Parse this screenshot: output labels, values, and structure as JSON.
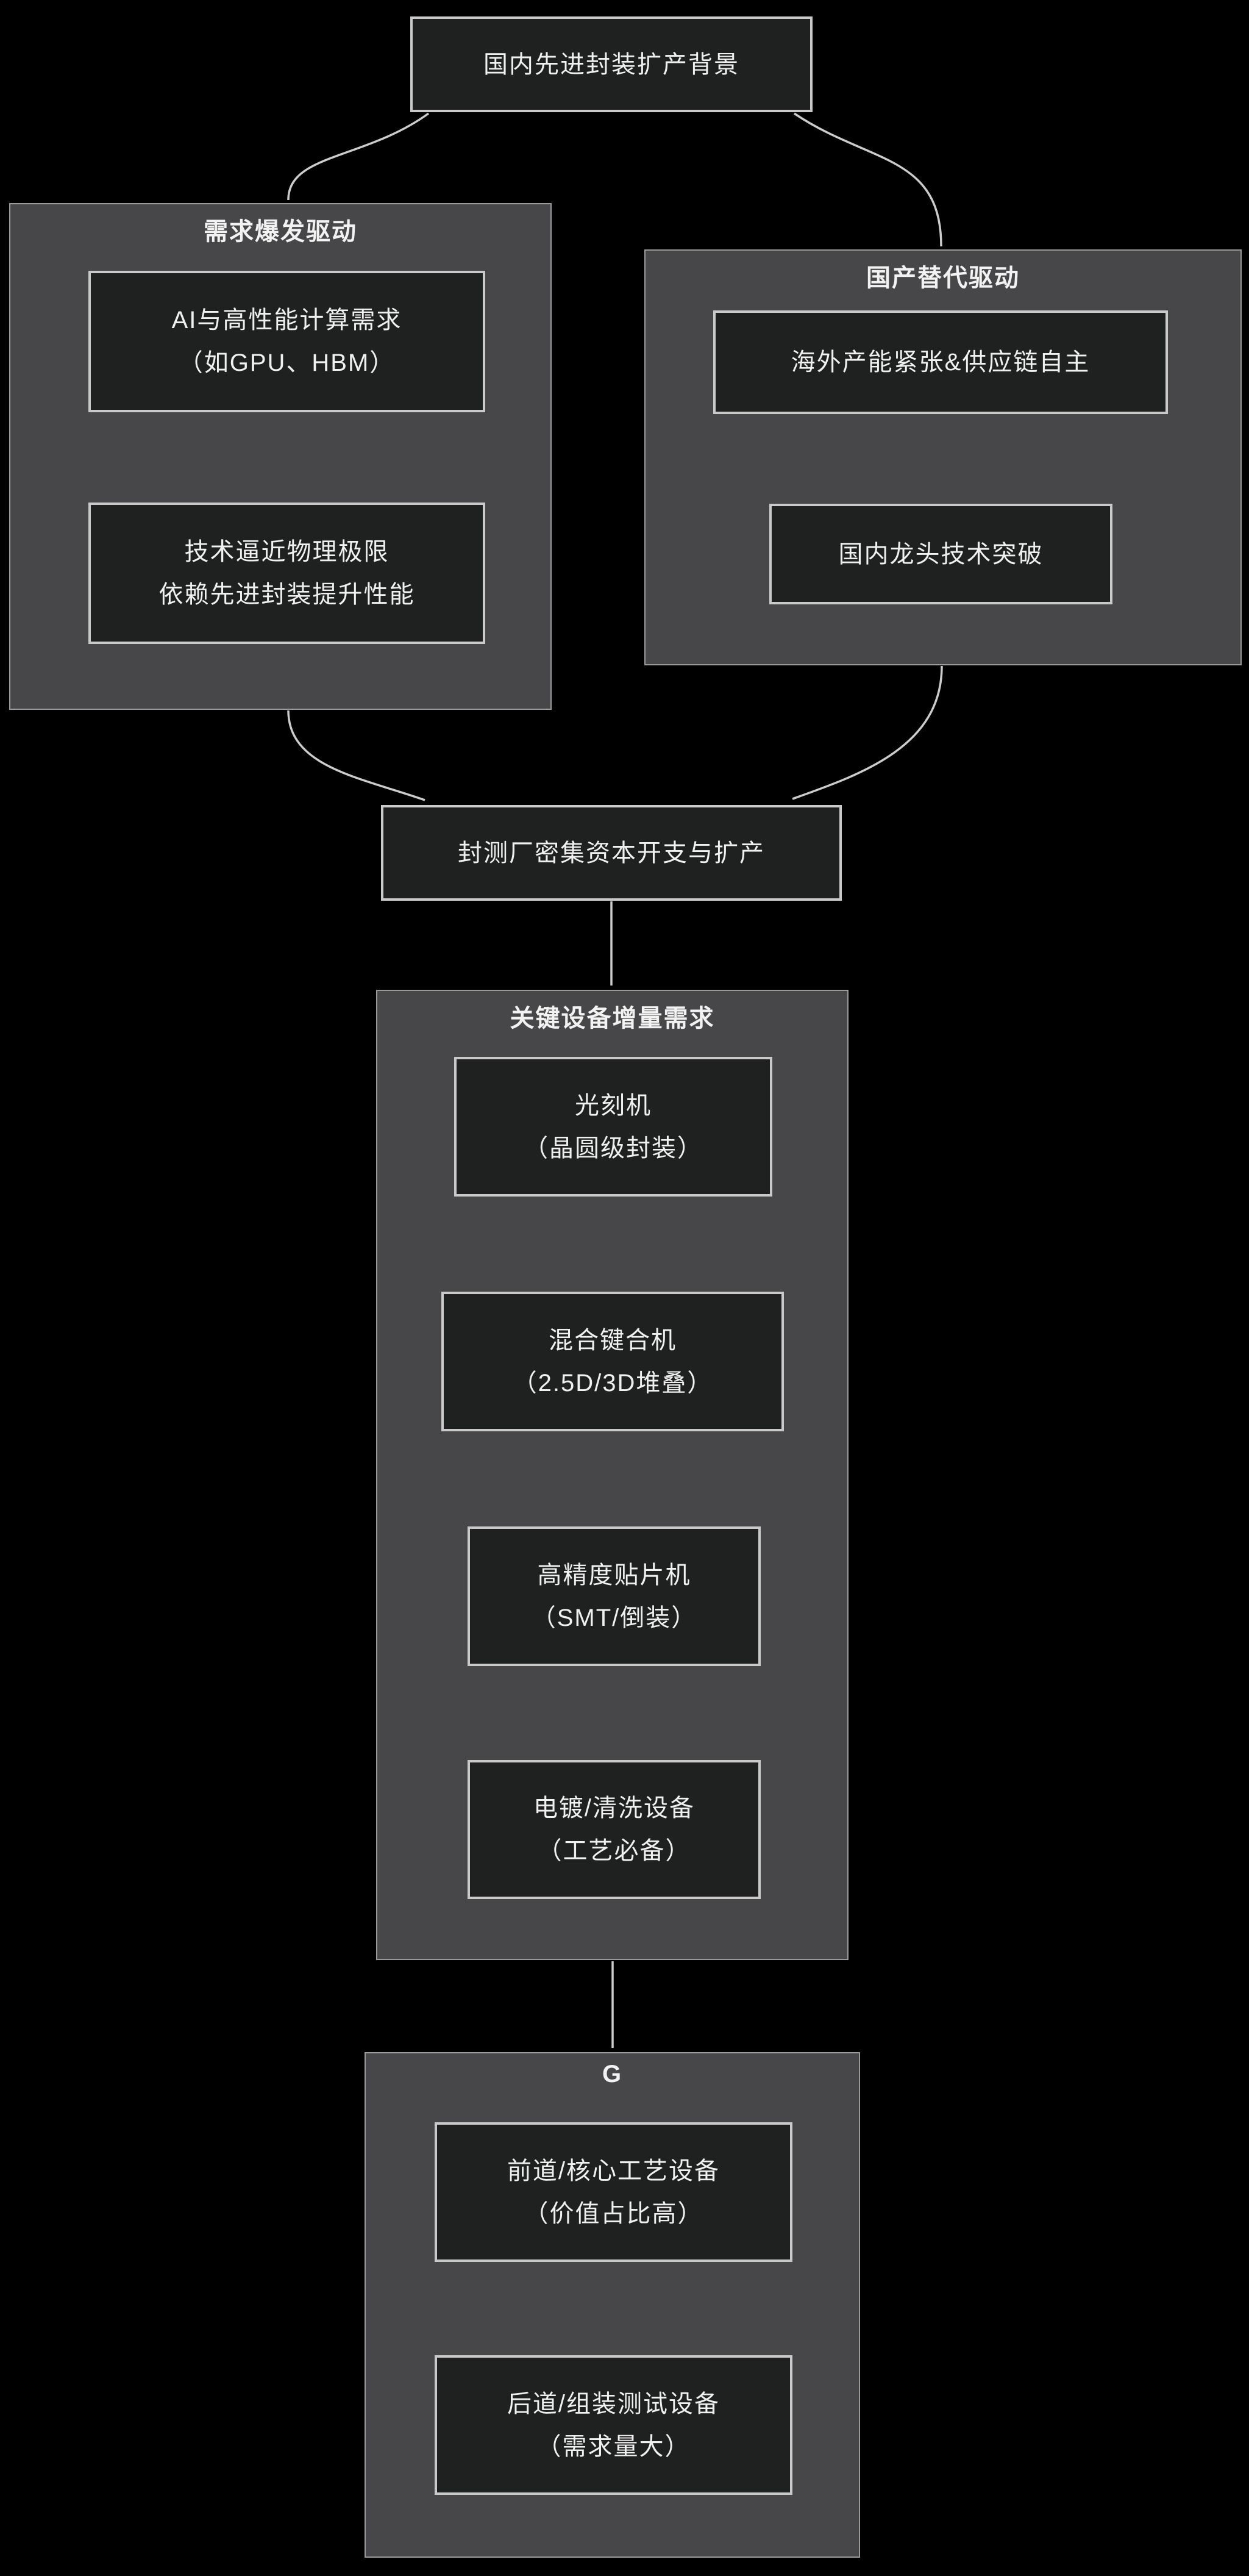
{
  "diagram": {
    "root_label": "国内先进封装扩产背景",
    "demand": {
      "title": "需求爆发驱动",
      "node1": {
        "line1": "AI与高性能计算需求",
        "line2": "（如GPU、HBM）"
      },
      "node2": {
        "line1": "技术逼近物理极限",
        "line2": "依赖先进封装提升性能"
      }
    },
    "domestic": {
      "title": "国产替代驱动",
      "node1": {
        "line1": "海外产能紧张&供应链自主"
      },
      "node2": {
        "line1": "国内龙头技术突破"
      }
    },
    "capex_label": "封测厂密集资本开支与扩产",
    "equipment": {
      "title": "关键设备增量需求",
      "node1": {
        "line1": "光刻机",
        "line2": "（晶圆级封装）"
      },
      "node2": {
        "line1": "混合键合机",
        "line2": "（2.5D/3D堆叠）"
      },
      "node3": {
        "line1": "高精度贴片机",
        "line2": "（SMT/倒装）"
      },
      "node4": {
        "line1": "电镀/清洗设备",
        "line2": "（工艺必备）"
      }
    },
    "g_cluster": {
      "title": "G",
      "node1": {
        "line1": "前道/核心工艺设备",
        "line2": "（价值占比高）"
      },
      "node2": {
        "line1": "后道/组装测试设备",
        "line2": "（需求量大）"
      }
    },
    "edges": [
      {
        "from": "root",
        "to": "demand-cluster"
      },
      {
        "from": "root",
        "to": "domestic-cluster"
      },
      {
        "from": "demand-cluster",
        "to": "capex"
      },
      {
        "from": "domestic-cluster",
        "to": "capex"
      },
      {
        "from": "capex",
        "to": "equipment-cluster"
      },
      {
        "from": "equipment-cluster",
        "to": "g-cluster"
      }
    ]
  },
  "colors": {
    "background": "#000000",
    "cluster_fill": "#474749",
    "cluster_border": "#9a9a9a",
    "node_fill": "#1f2020",
    "node_border": "#c9c9c9",
    "text": "#f0f0f0",
    "edge": "#cccccc"
  }
}
